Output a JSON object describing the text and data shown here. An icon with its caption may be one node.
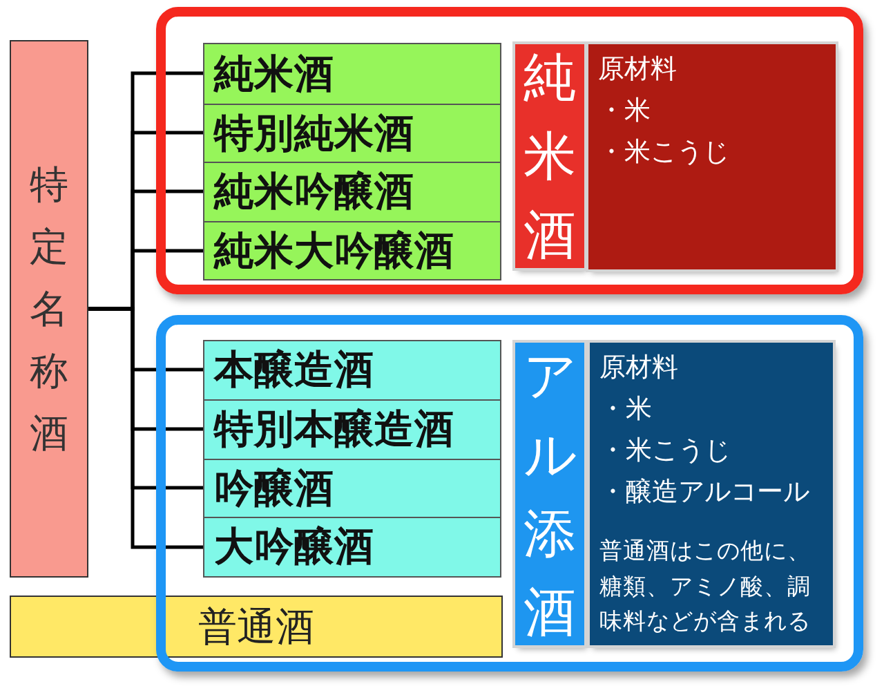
{
  "diagram": {
    "nodes": [
      {
        "text": [
          "特定名称酒"
        ]
      },
      {
        "text": [],
        "shape": "box"
      },
      {
        "text": [
          "純米酒"
        ],
        "in": 1
      },
      {
        "text": [
          "特別純米酒"
        ],
        "in": 1
      },
      {
        "text": [
          "純米吟醸酒"
        ],
        "in": 1
      },
      {
        "text": [
          "純米大吟醸酒"
        ],
        "in": 1
      },
      {
        "text": [
          "純米酒"
        ],
        "in": 1
      },
      {
        "text": [
          "原材料",
          "・米",
          "・米こうじ"
        ],
        "in": 1
      },
      {
        "text": [],
        "shape": "box"
      },
      {
        "text": [
          "本醸造酒"
        ],
        "in": 8
      },
      {
        "text": [
          "特別本醸造酒"
        ],
        "in": 8
      },
      {
        "text": [
          "吟醸酒"
        ],
        "in": 8
      },
      {
        "text": [
          "大吟醸酒"
        ],
        "in": 8
      },
      {
        "text": [
          "アル添酒"
        ],
        "in": 8
      },
      {
        "text": [
          "原材料",
          "・米",
          "・米こうじ",
          "・醸造アルコール",
          "普通酒はこの他に、糖類、アミノ酸、調味料などが含まれる"
        ],
        "in": 8
      },
      {
        "text": [
          "普通酒"
        ]
      }
    ],
    "edges": [
      {
        "from": 0,
        "to": 2,
        "arrow": "none"
      },
      {
        "from": 0,
        "to": 3,
        "arrow": "none"
      },
      {
        "from": 0,
        "to": 4,
        "arrow": "none"
      },
      {
        "from": 0,
        "to": 5,
        "arrow": "none"
      },
      {
        "from": 0,
        "to": 9,
        "arrow": "none"
      },
      {
        "from": 0,
        "to": 10,
        "arrow": "none"
      },
      {
        "from": 0,
        "to": 11,
        "arrow": "none"
      },
      {
        "from": 0,
        "to": 12,
        "arrow": "none"
      }
    ]
  }
}
